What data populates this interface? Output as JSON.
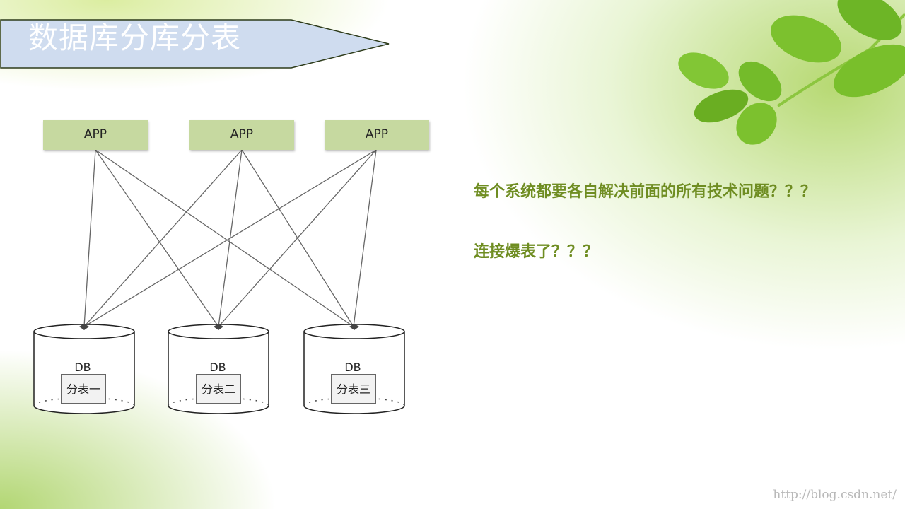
{
  "title": "数据库分库分表",
  "diagram": {
    "apps": [
      {
        "label": "APP"
      },
      {
        "label": "APP"
      },
      {
        "label": "APP"
      }
    ],
    "databases": [
      {
        "label": "DB",
        "table": "分表一"
      },
      {
        "label": "DB",
        "table": "分表二"
      },
      {
        "label": "DB",
        "table": "分表三"
      }
    ]
  },
  "notes": [
    "每个系统都要各自解决前面的所有技术问题？？？",
    "连接爆表了？？？"
  ],
  "watermark": "http://blog.csdn.net/",
  "colors": {
    "banner_fill": "#cfdcef",
    "app_fill": "#c6d9a0",
    "note_text": "#6f8d22"
  }
}
